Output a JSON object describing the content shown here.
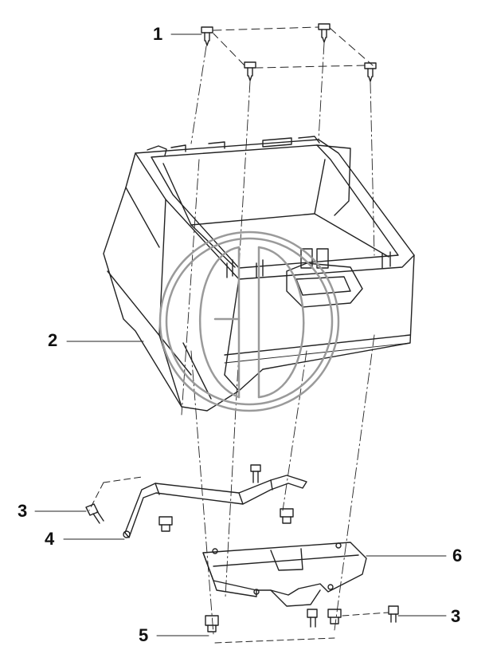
{
  "diagram": {
    "callouts": [
      {
        "id": "c1",
        "label": "1"
      },
      {
        "id": "c2",
        "label": "2"
      },
      {
        "id": "c3a",
        "label": "3"
      },
      {
        "id": "c4",
        "label": "4"
      },
      {
        "id": "c5",
        "label": "5"
      },
      {
        "id": "c6",
        "label": "6"
      },
      {
        "id": "c3b",
        "label": "3"
      }
    ],
    "parts": [
      {
        "id": "1",
        "name": "screw"
      },
      {
        "id": "2",
        "name": "battery-box"
      },
      {
        "id": "3",
        "name": "bolt"
      },
      {
        "id": "4",
        "name": "bracket"
      },
      {
        "id": "5",
        "name": "clip-nut"
      },
      {
        "id": "6",
        "name": "mounting-plate"
      }
    ],
    "watermark": "GD",
    "colors": {
      "line": "#222222",
      "watermark": "#9a9a9a",
      "background": "#ffffff"
    }
  }
}
